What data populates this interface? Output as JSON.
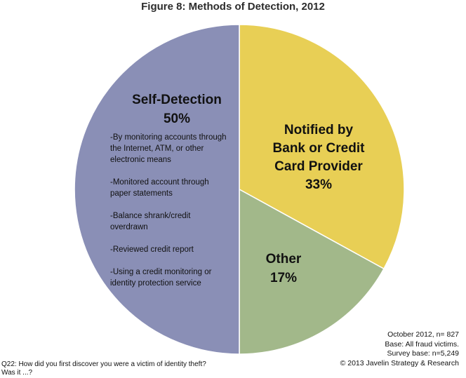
{
  "chart_data": {
    "type": "pie",
    "title": "Figure 8: Methods of Detection, 2012",
    "slices": [
      {
        "name": "Self-Detection",
        "value": 50,
        "label": "Self-Detection",
        "pct_label": "50%",
        "color": "#8a8fb6",
        "bullets": [
          [
            "-By monitoring accounts through",
            "the Internet, ATM, or other",
            "electronic means"
          ],
          [
            "-Monitored account through",
            "paper statements"
          ],
          [
            "-Balance shrank/credit",
            "overdrawn"
          ],
          [
            "-Reviewed credit report"
          ],
          [
            "-Using a credit monitoring  or",
            "identity protection service"
          ]
        ]
      },
      {
        "name": "Notified by Bank or Credit Card Provider",
        "value": 33,
        "label_lines": [
          "Notified by",
          "Bank or Credit",
          "Card Provider"
        ],
        "pct_label": "33%",
        "color": "#e8cf55"
      },
      {
        "name": "Other",
        "value": 17,
        "label_lines": [
          "Other"
        ],
        "pct_label": "17%",
        "color": "#a2b88a"
      }
    ]
  },
  "footnote": {
    "lines": [
      "October 2012,  n=  827",
      "Base: All fraud victims.",
      "Survey base: n=5,249",
      "© 2013 Javelin Strategy & Research"
    ]
  },
  "question": {
    "lines": [
      "Q22: How did you first discover you were a victim of identity theft?",
      "Was it ...?"
    ]
  }
}
